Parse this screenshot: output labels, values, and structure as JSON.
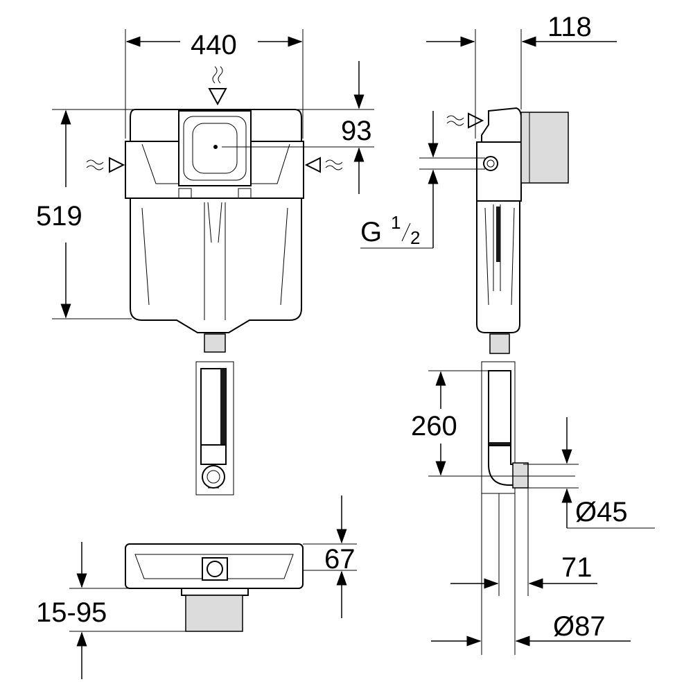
{
  "dimensions": {
    "width": "440",
    "top_to_inlet": "93",
    "height": "519",
    "depth": "118",
    "inlet_thread_g": "G",
    "inlet_thread_num": "1",
    "inlet_thread_den": "2",
    "flush_pipe_length": "260",
    "pipe_diameter_45": "Ø45",
    "pipe_offset": "71",
    "pipe_diameter_87": "Ø87",
    "frame_depth": "67",
    "adjust_range": "15-95"
  }
}
